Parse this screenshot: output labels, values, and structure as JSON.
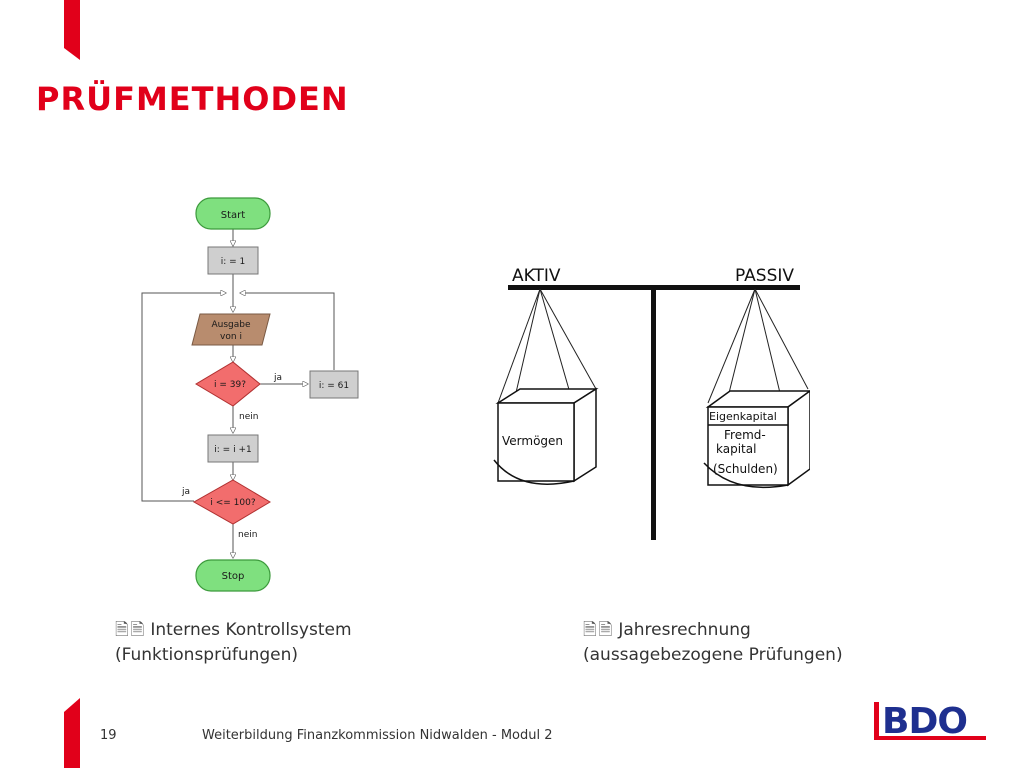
{
  "slide": {
    "title": "PRÜFMETHODEN",
    "page_number": "19",
    "footer": "Weiterbildung Finanzkommission Nidwalden - Modul 2",
    "accent_color": "#e1001a"
  },
  "flowchart": {
    "start": "Start",
    "init": "i: = 1",
    "output_line1": "Ausgabe",
    "output_line2": "von i",
    "decision1": "i = 39?",
    "assign61": "i: = 61",
    "ja1": "ja",
    "nein1": "nein",
    "increment": "i: = i +1",
    "decision2": "i <= 100?",
    "ja2": "ja",
    "nein2": "nein",
    "stop": "Stop"
  },
  "balance": {
    "aktiv": "AKTIV",
    "passiv": "PASSIV",
    "left_box": "Vermögen",
    "right_top": "Eigenkapital",
    "right_mid1": "Fremd-",
    "right_mid2": "kapital",
    "right_bottom": "(Schulden)"
  },
  "captions": {
    "left_bullets": "🗎🗎",
    "left_line1": "Internes Kontrollsystem",
    "left_line2": "(Funktionsprüfungen)",
    "right_bullets": "🗎🗎",
    "right_line1": "Jahresrechnung",
    "right_line2": "(aussagebezogene Prüfungen)"
  },
  "logo": {
    "text": "BDO",
    "color": "#1e2f8f",
    "bar_color": "#e1001a"
  }
}
